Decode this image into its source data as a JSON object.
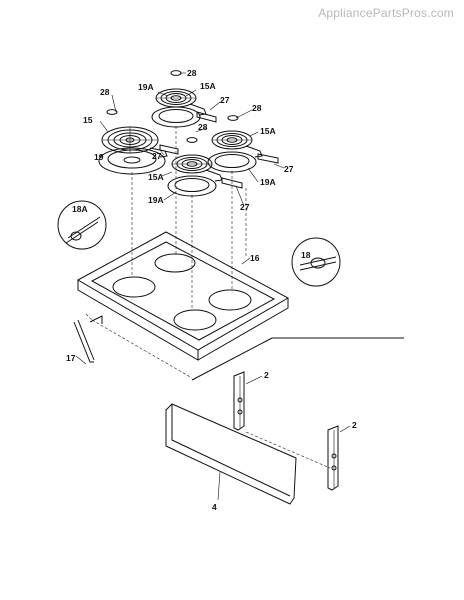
{
  "watermark": "AppliancePartsPros.com",
  "callouts": {
    "p28a": "28",
    "p28b": "28",
    "p28c": "28",
    "p28d": "28",
    "p19a_1": "19A",
    "p15a_1": "15A",
    "p27_1": "27",
    "p15": "15",
    "p19": "19",
    "p27_2": "27",
    "p15a_2": "15A",
    "p27_3": "27",
    "p19a_2": "19A",
    "p15a_3": "15A",
    "p19a_3": "19A",
    "p27_4": "27",
    "p18a": "18A",
    "p18": "18",
    "p16": "16",
    "p17": "17",
    "p2a": "2",
    "p2b": "2",
    "p4": "4"
  }
}
